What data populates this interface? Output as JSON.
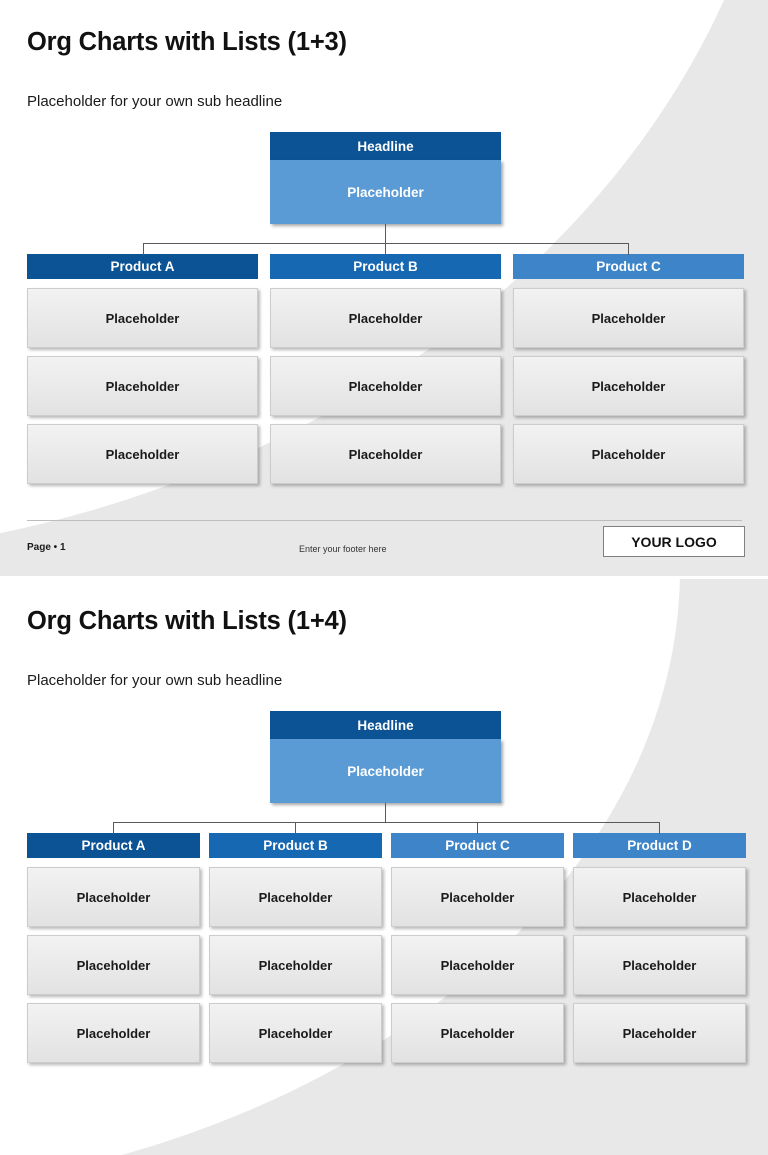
{
  "slides": [
    {
      "title": "Org Charts with Lists (1+3)",
      "subtitle": "Placeholder for your own sub headline",
      "root": {
        "header": "Headline",
        "body": "Placeholder"
      },
      "columns": [
        {
          "header": "Product A",
          "items": [
            "Placeholder",
            "Placeholder",
            "Placeholder"
          ]
        },
        {
          "header": "Product B",
          "items": [
            "Placeholder",
            "Placeholder",
            "Placeholder"
          ]
        },
        {
          "header": "Product C",
          "items": [
            "Placeholder",
            "Placeholder",
            "Placeholder"
          ]
        }
      ],
      "footer": {
        "page": "Page • 1",
        "text": "Enter your footer here",
        "logo": "YOUR LOGO"
      }
    },
    {
      "title": "Org Charts with Lists (1+4)",
      "subtitle": "Placeholder for your own sub headline",
      "root": {
        "header": "Headline",
        "body": "Placeholder"
      },
      "columns": [
        {
          "header": "Product A",
          "items": [
            "Placeholder",
            "Placeholder",
            "Placeholder"
          ]
        },
        {
          "header": "Product B",
          "items": [
            "Placeholder",
            "Placeholder",
            "Placeholder"
          ]
        },
        {
          "header": "Product C",
          "items": [
            "Placeholder",
            "Placeholder",
            "Placeholder"
          ]
        },
        {
          "header": "Product D",
          "items": [
            "Placeholder",
            "Placeholder",
            "Placeholder"
          ]
        }
      ]
    }
  ],
  "colors": {
    "header_dark": "#0b5394",
    "header_mid": "#1668b3",
    "header_light": "#3d85c8",
    "body_blue": "#5b9bd5",
    "item_grey": "#ebebeb",
    "background_grey": "#e8e8e8"
  }
}
